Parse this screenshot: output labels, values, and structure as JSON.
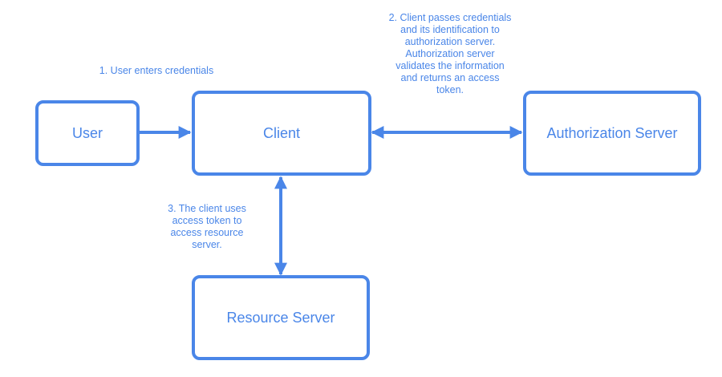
{
  "diagram": {
    "accent_color": "#4a86e8",
    "nodes": {
      "user": "User",
      "client": "Client",
      "auth_server": "Authorization Server",
      "resource_server": "Resource Server"
    },
    "steps": {
      "step1": "1. User enters credentials",
      "step2": "2. Client passes credentials\nand its identification to\nauthorization server.\nAuthorization server\nvalidates the information\nand returns an access\ntoken.",
      "step3": "3. The client uses\naccess token to\naccess resource\nserver."
    },
    "edges": [
      {
        "from": "user",
        "to": "client",
        "direction": "forward"
      },
      {
        "from": "client",
        "to": "auth_server",
        "direction": "both"
      },
      {
        "from": "client",
        "to": "resource_server",
        "direction": "both"
      }
    ]
  }
}
